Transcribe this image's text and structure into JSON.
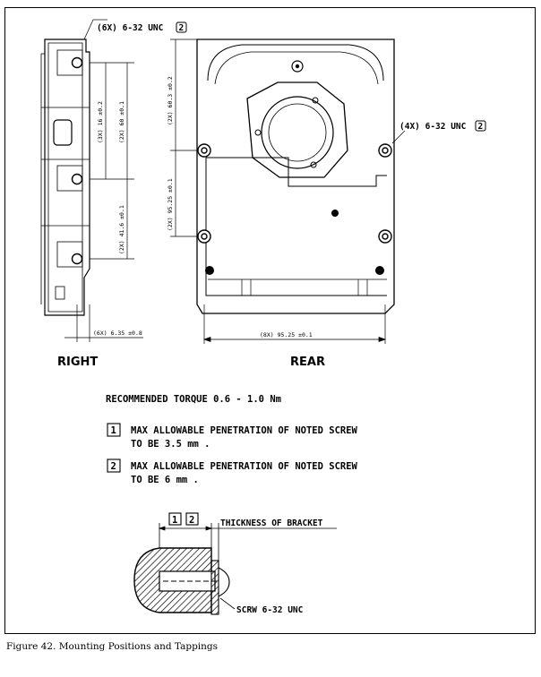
{
  "figure": {
    "caption": "Figure  42. Mounting Positions and Tappings"
  },
  "right_view": {
    "view_label": "RIGHT",
    "screw_callout": "(6X) 6-32 UNC",
    "screw_callout_ref": "2",
    "dim_top": "(3X) 16 ±0.2",
    "dim_mid": "(2X) 60 ±0.1",
    "dim_low": "(2X) 41.6 ±0.1",
    "dim_bottom": "(6X) 6.35 ±0.8"
  },
  "rear_view": {
    "view_label": "REAR",
    "screw_callout": "(4X) 6-32 UNC",
    "screw_callout_ref": "2",
    "dim_top": "(2X) 60.3 ±0.2",
    "dim_mid": "(2X) 95.25 ±0.1",
    "dim_bottom": "(8X) 95.25 ±0.1"
  },
  "notes": {
    "torque": "RECOMMENDED TORQUE  0.6 - 1.0 Nm",
    "note1_ref": "1",
    "note1_line1": "MAX ALLOWABLE PENETRATION OF NOTED SCREW",
    "note1_line2": "TO BE 3.5 mm .",
    "note2_ref": "2",
    "note2_line1": "MAX ALLOWABLE PENETRATION OF NOTED SCREW",
    "note2_line2": "TO BE 6 mm ."
  },
  "detail": {
    "ref1": "1",
    "ref2": "2",
    "thickness_label": "THICKNESS OF BRACKET",
    "screw_label": "SCRW 6-32 UNC"
  }
}
